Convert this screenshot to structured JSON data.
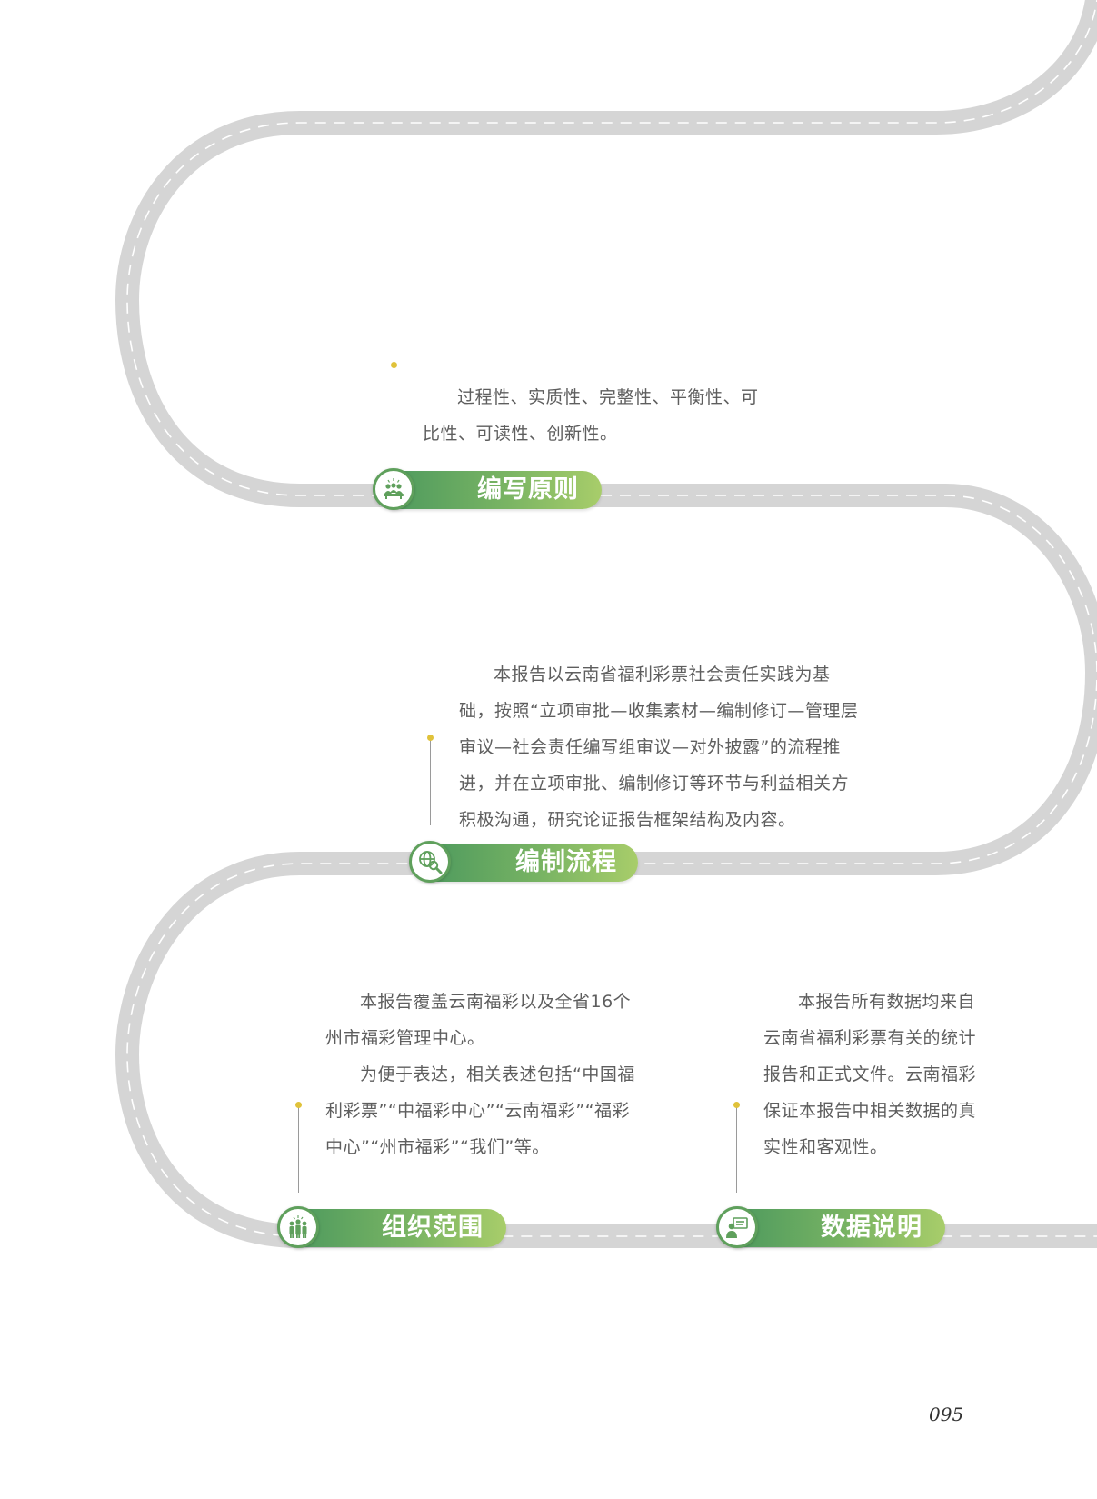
{
  "sections": [
    {
      "id": "writing-principles",
      "title": "编写原则",
      "icon": "meeting-people-icon",
      "paragraphs": [
        "过程性、实质性、完整性、平衡性、可比性、可读性、创新性。"
      ]
    },
    {
      "id": "compilation-process",
      "title": "编制流程",
      "icon": "globe-search-icon",
      "paragraphs": [
        "本报告以云南省福利彩票社会责任实践为基础，按照“立项审批—收集素材—编制修订—管理层审议—社会责任编写组审议—对外披露”的流程推进，并在立项审批、编制修订等环节与利益相关方积极沟通，研究论证报告框架结构及内容。"
      ]
    },
    {
      "id": "organization-scope",
      "title": "组织范围",
      "icon": "team-people-icon",
      "paragraphs": [
        "本报告覆盖云南福彩以及全省16个州市福彩管理中心。",
        "为便于表达，相关表述包括“中国福利彩票”“中福彩中心”“云南福彩”“福彩中心”“州市福彩”“我们”等。"
      ]
    },
    {
      "id": "data-description",
      "title": "数据说明",
      "icon": "presenter-screen-icon",
      "paragraphs": [
        "本报告所有数据均来自云南省福利彩票有关的统计报告和正式文件。云南福彩保证本报告中相关数据的真实性和客观性。"
      ]
    }
  ],
  "page_number": "095",
  "colors": {
    "road": "#d5d5d5",
    "pill_start": "#4e9a5e",
    "pill_end": "#a8cd6a",
    "connector_dot": "#e0c23a",
    "text": "#5e5e5e"
  }
}
